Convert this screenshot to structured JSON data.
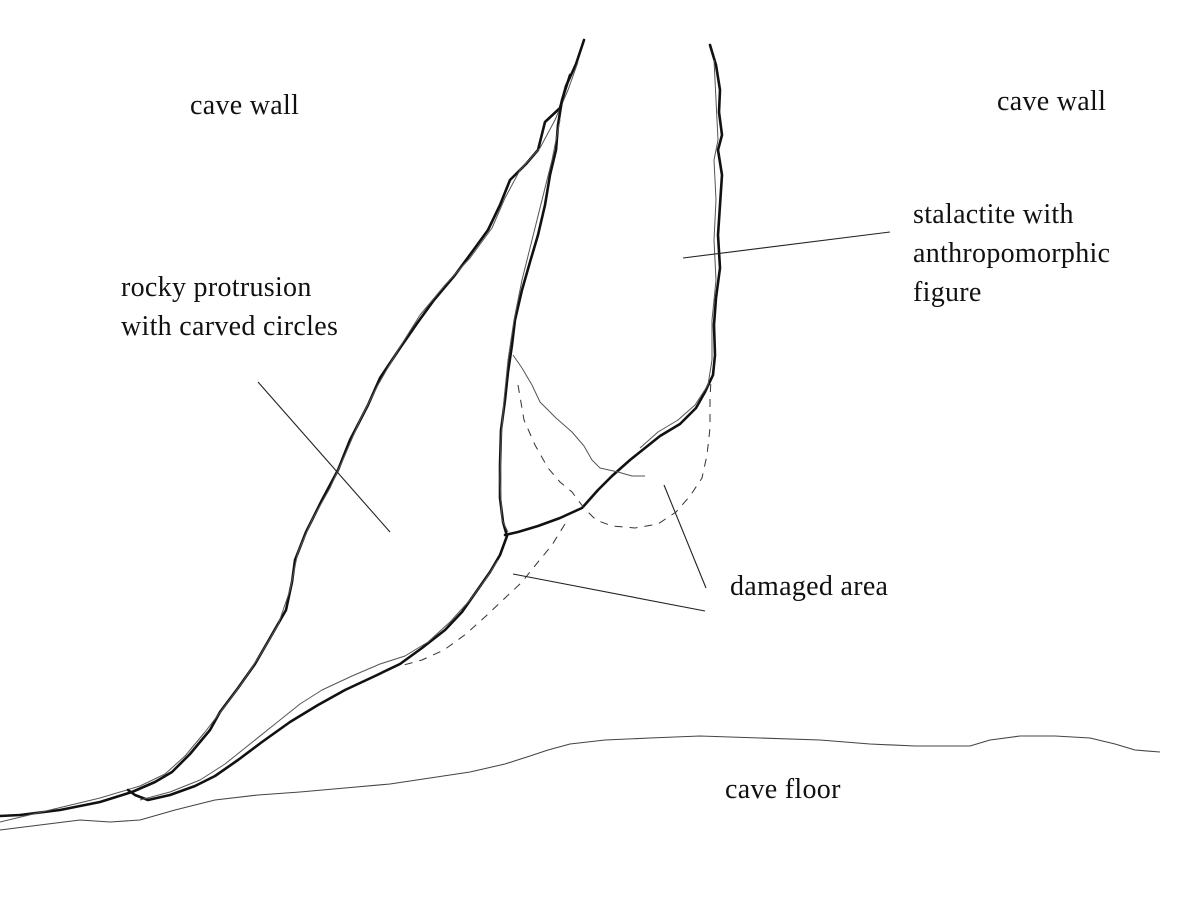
{
  "labels": {
    "cave_wall_left": "cave wall",
    "cave_wall_right": "cave wall",
    "rocky_protrusion": [
      "rocky protrusion",
      "with carved circles"
    ],
    "stalactite": [
      "stalactite with",
      "anthropomorphic",
      "figure"
    ],
    "damaged_area": "damaged area",
    "cave_floor": "cave floor"
  },
  "colors": {
    "background": "#ffffff",
    "ink": "#111111",
    "thin_line": "#555555"
  }
}
